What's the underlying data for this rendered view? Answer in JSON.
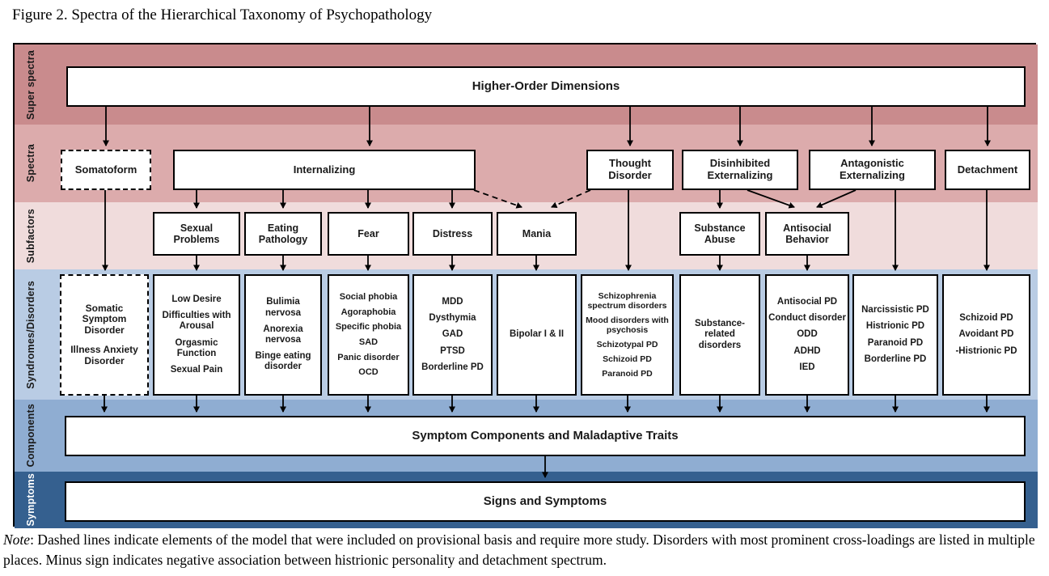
{
  "figure": {
    "title": "Figure 2. Spectra of the Hierarchical Taxonomy of Psychopathology",
    "note": {
      "label": "Note",
      "text": ": Dashed lines indicate elements of the model that were included on provisional basis and require more study. Disorders with most prominent cross-loadings are listed in multiple places. Minus sign indicates negative association between histrionic personality and detachment spectrum."
    }
  },
  "levels": [
    {
      "label": "Super spectra",
      "color": "#c98b8d"
    },
    {
      "label": "Spectra",
      "color": "#dcabac"
    },
    {
      "label": "Subfactors",
      "color": "#f0dcdc"
    },
    {
      "label": "Syndromes/Disorders",
      "color": "#b9cce4"
    },
    {
      "label": "Components",
      "color": "#8fadd2"
    },
    {
      "label": "Symptoms",
      "color": "#35608f"
    }
  ],
  "higher_order": {
    "label": "Higher-Order Dimensions"
  },
  "spectra": {
    "somatoform": {
      "label": "Somatoform",
      "provisional": true
    },
    "internalizing": {
      "label": "Internalizing"
    },
    "thought_disorder": {
      "label": "Thought Disorder"
    },
    "disinhibited_externalizing": {
      "label": "Disinhibited Externalizing"
    },
    "antagonistic_externalizing": {
      "label": "Antagonistic Externalizing"
    },
    "detachment": {
      "label": "Detachment"
    }
  },
  "subfactors": {
    "sexual_problems": {
      "label": "Sexual Problems"
    },
    "eating_pathology": {
      "label": "Eating Pathology"
    },
    "fear": {
      "label": "Fear"
    },
    "distress": {
      "label": "Distress"
    },
    "mania": {
      "label": "Mania"
    },
    "substance_abuse": {
      "label": "Substance Abuse"
    },
    "antisocial_behavior": {
      "label": "Antisocial Behavior"
    }
  },
  "syndromes": {
    "somatoform_group": {
      "provisional": true,
      "items": [
        "Somatic Symptom Disorder",
        "Illness Anxiety Disorder"
      ]
    },
    "sexual_problems_group": {
      "items": [
        "Low Desire",
        "Difficulties with Arousal",
        "Orgasmic Function",
        "Sexual Pain"
      ]
    },
    "eating_group": {
      "items": [
        "Bulimia nervosa",
        "Anorexia nervosa",
        "Binge eating disorder"
      ]
    },
    "fear_group": {
      "items": [
        "Social phobia",
        "Agoraphobia",
        "Specific phobia",
        "SAD",
        "Panic disorder",
        "OCD"
      ]
    },
    "distress_group": {
      "items": [
        "MDD",
        "Dysthymia",
        "GAD",
        "PTSD",
        "Borderline PD"
      ]
    },
    "mania_group": {
      "items": [
        "Bipolar I & II"
      ]
    },
    "thought_group": {
      "items": [
        "Schizophrenia spectrum disorders",
        "Mood disorders with psychosis",
        "Schizotypal PD",
        "Schizoid PD",
        "Paranoid PD"
      ]
    },
    "substance_group": {
      "items": [
        "Substance-related disorders"
      ]
    },
    "antisocial_group": {
      "items": [
        "Antisocial PD",
        "Conduct disorder",
        "ODD",
        "ADHD",
        "IED"
      ]
    },
    "antagonistic_group": {
      "items": [
        "Narcissistic PD",
        "Histrionic PD",
        "Paranoid PD",
        "Borderline PD"
      ]
    },
    "detachment_group": {
      "items": [
        "Schizoid PD",
        "Avoidant PD",
        "-Histrionic PD"
      ]
    }
  },
  "components": {
    "label": "Symptom Components and Maladaptive Traits"
  },
  "symptoms": {
    "label": "Signs and Symptoms"
  }
}
